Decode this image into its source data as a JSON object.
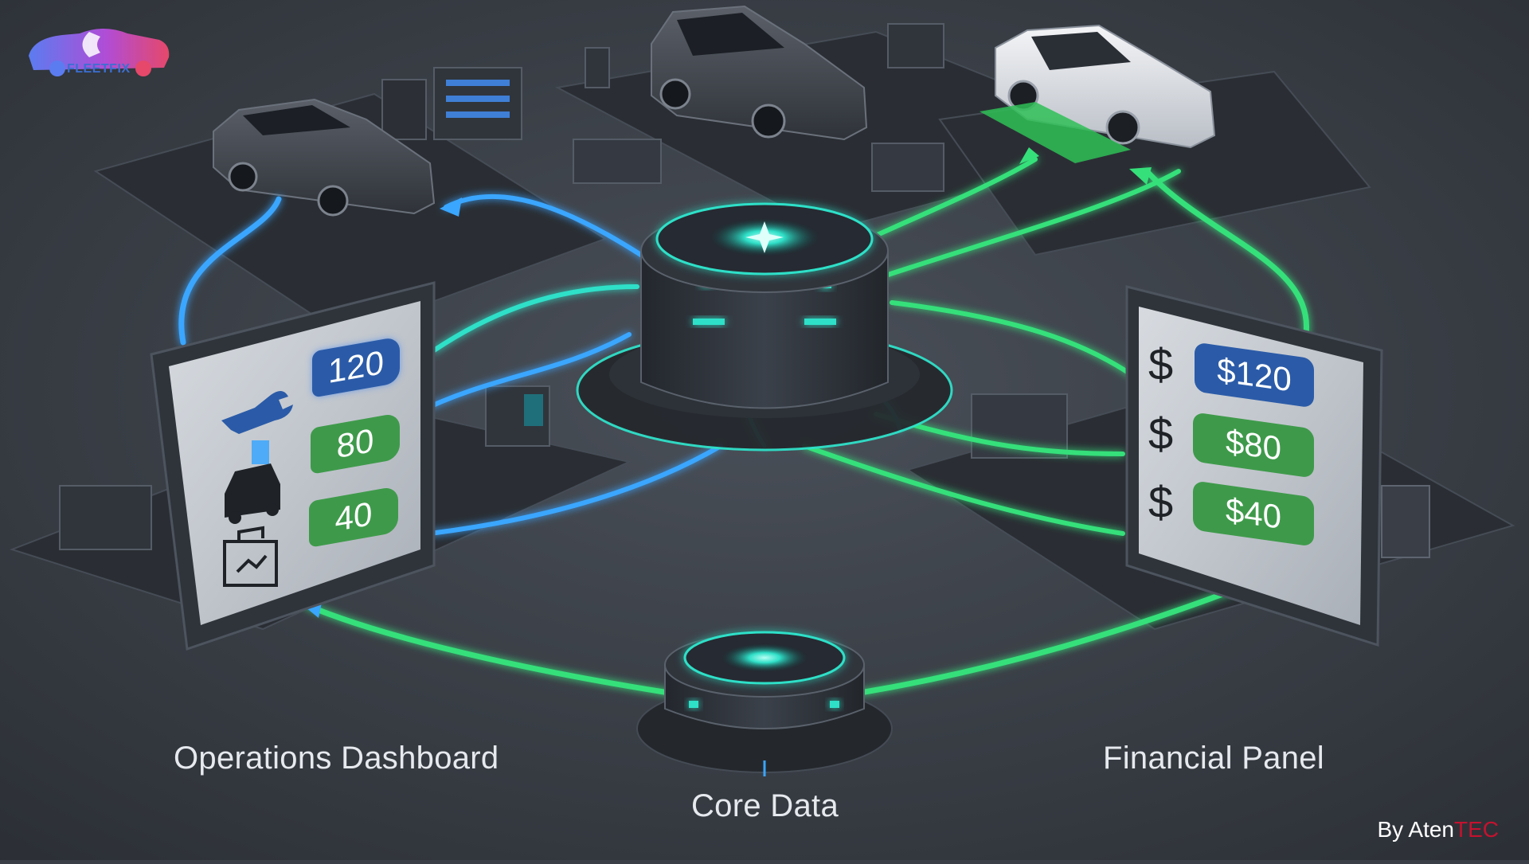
{
  "brand": {
    "logo_text": "FLEETFIX",
    "logo_colors": [
      "#5b7cf0",
      "#b04dd6",
      "#e5486a"
    ]
  },
  "operations_dashboard": {
    "label": "Operations Dashboard",
    "items": [
      {
        "icon": "wrench-icon",
        "value": "120",
        "badge_color": "#2b5ba8"
      },
      {
        "icon": "car-icon",
        "value": "80",
        "badge_color": "#3e9a4a"
      },
      {
        "icon": "briefcase-icon",
        "value": "40",
        "badge_color": "#3e9a4a"
      }
    ]
  },
  "financial_panel": {
    "label": "Financial Panel",
    "items": [
      {
        "icon": "dollar-icon",
        "value": "$120",
        "badge_color": "#2b5ba8"
      },
      {
        "icon": "dollar-icon",
        "value": "$80",
        "badge_color": "#3e9a4a"
      },
      {
        "icon": "dollar-icon",
        "value": "$40",
        "badge_color": "#3e9a4a"
      }
    ]
  },
  "core_data": {
    "label": "Core Data"
  },
  "credit": {
    "prefix": "By Aten",
    "accent": "TEC"
  },
  "colors": {
    "background": "#3a3f47",
    "flow_blue": "#3aa6ff",
    "flow_green": "#35e07a",
    "flow_teal": "#2fe0c8",
    "accent_red": "#c4122f"
  }
}
